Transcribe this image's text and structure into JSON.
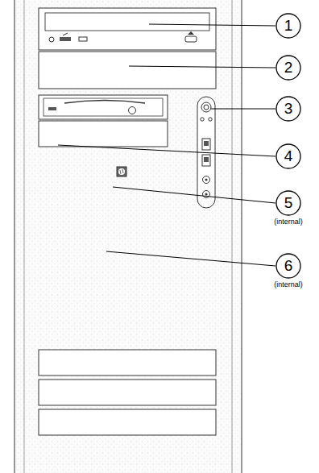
{
  "diagram": {
    "nodes": [
      {
        "text": [
          "1"
        ]
      },
      {
        "text": [
          "2"
        ]
      },
      {
        "text": [
          "3"
        ]
      },
      {
        "text": [
          "4"
        ]
      },
      {
        "text": [
          "5",
          "(internal)"
        ]
      },
      {
        "text": [
          "6",
          "(internal)"
        ]
      }
    ]
  }
}
